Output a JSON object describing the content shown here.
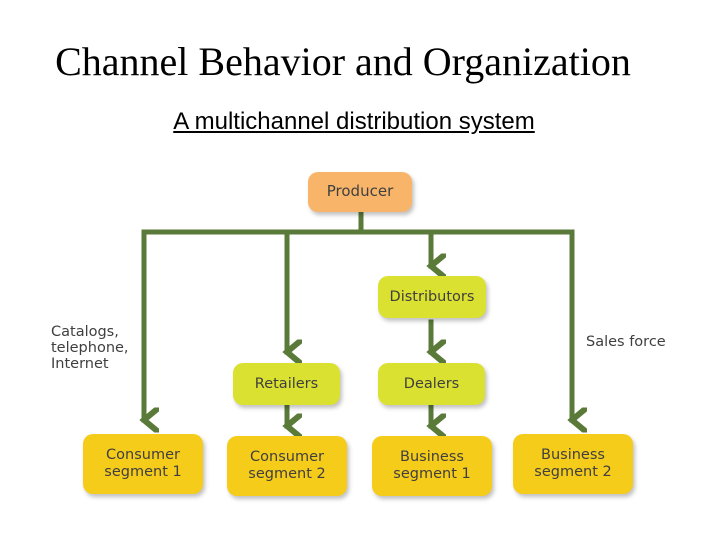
{
  "title": "Channel Behavior and Organization",
  "subtitle": "A multichannel distribution system",
  "diagram": {
    "producer": "Producer",
    "distributors": "Distributors",
    "retailers": "Retailers",
    "dealers": "Dealers",
    "consumer_segment_1": [
      "Consumer",
      "segment 1"
    ],
    "consumer_segment_2": [
      "Consumer",
      "segment 2"
    ],
    "business_segment_1": [
      "Business",
      "segment 1"
    ],
    "business_segment_2": [
      "Business",
      "segment 2"
    ],
    "left_label": [
      "Catalogs,",
      "telephone,",
      "Internet"
    ],
    "right_label": "Sales force"
  },
  "colors": {
    "producer": "#f8b56a",
    "intermediary": "#dbe131",
    "segment": "#f6cc1b",
    "line": "#5a7a3a"
  }
}
